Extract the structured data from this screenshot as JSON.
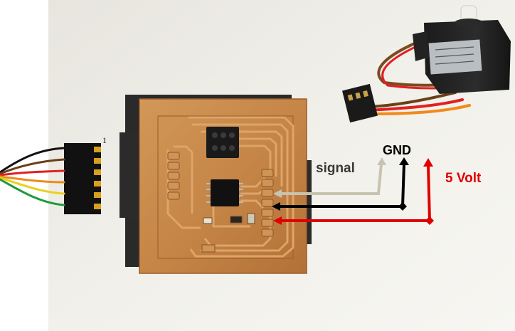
{
  "photo": {
    "subject": "Hand-etched copper circuit board connected to a micro servo motor",
    "colors": {
      "background": "#efeee8",
      "board": "#c88a4c",
      "trace": "#d89a5a",
      "signal_wire": "#c8c2b0",
      "gnd_wire": "#000000",
      "power_wire": "#e00000"
    }
  },
  "annotations": {
    "pin_one": "1",
    "signal": "signal",
    "gnd": "GND",
    "power": "5 Volt"
  }
}
